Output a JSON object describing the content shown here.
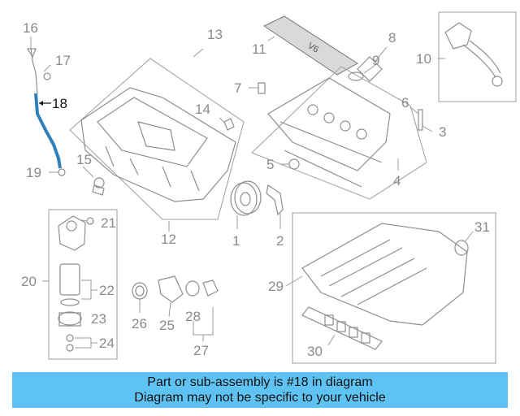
{
  "diagram": {
    "callouts": [
      "1",
      "2",
      "3",
      "4",
      "5",
      "6",
      "7",
      "8",
      "9",
      "10",
      "11",
      "12",
      "13",
      "14",
      "15",
      "16",
      "17",
      "18",
      "19",
      "20",
      "21",
      "22",
      "23",
      "24",
      "25",
      "26",
      "27",
      "28",
      "29",
      "30",
      "31"
    ],
    "highlighted_part": "18",
    "colors": {
      "highlight": "#2f7fb8",
      "line": "#8e8e8e",
      "banner": "#5ec3f2"
    }
  },
  "banner": {
    "line1": "Part or sub-assembly is #18 in diagram",
    "line2": "Diagram may not be specific to your vehicle"
  }
}
